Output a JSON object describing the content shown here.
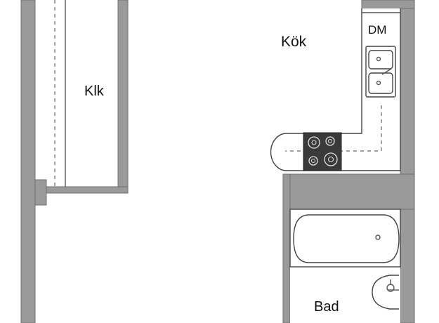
{
  "rooms": {
    "closet": "Klk",
    "kitchen": "Kök",
    "dishwasher": "DM",
    "bathroom": "Bad"
  },
  "colors": {
    "wall": "#9a9a9a",
    "hob": "#3a3a3a",
    "background": "#ffffff"
  }
}
